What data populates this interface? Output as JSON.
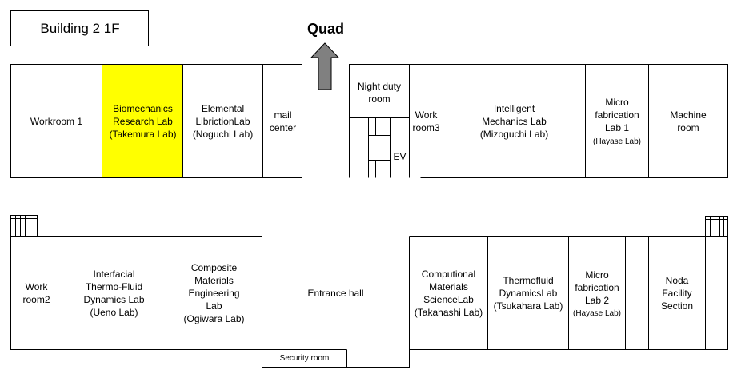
{
  "title": "Building 2  1F",
  "quad_label": "Quad",
  "colors": {
    "highlight": "#ffff00",
    "arrow": "#808080",
    "line": "#000000"
  },
  "rooms": {
    "workroom1": "Workroom 1",
    "biomechanics": "Biomechanics\nResearch Lab\n(Takemura Lab)",
    "elemental": "Elemental\nLibrictionLab\n(Noguchi Lab)",
    "mail": "mail\ncenter",
    "night_duty": "Night duty\nroom",
    "elevator": "EV",
    "workroom3": "Work\nroom3",
    "intelligent": "Intelligent\nMechanics Lab\n(Mizoguchi Lab)",
    "micro1": "Micro\nfabrication\nLab 1",
    "micro1_sub": "(Hayase Lab)",
    "machine": "Machine\nroom",
    "workroom2": "Work\nroom2",
    "interfacial": "Interfacial\nThermo-Fluid\nDynamics Lab\n(Ueno Lab)",
    "composite": "Composite\nMaterials\nEngineering\nLab\n(Ogiwara Lab)",
    "entrance": "Entrance hall",
    "security": "Security room",
    "computational": "Computional\nMaterials\nScienceLab\n(Takahashi Lab)",
    "thermofluid": "Thermofluid\nDynamicsLab\n(Tsukahara Lab)",
    "micro2": "Micro\nfabrication\nLab 2",
    "micro2_sub": "(Hayase Lab)",
    "noda": "Noda\nFacility\nSection"
  }
}
